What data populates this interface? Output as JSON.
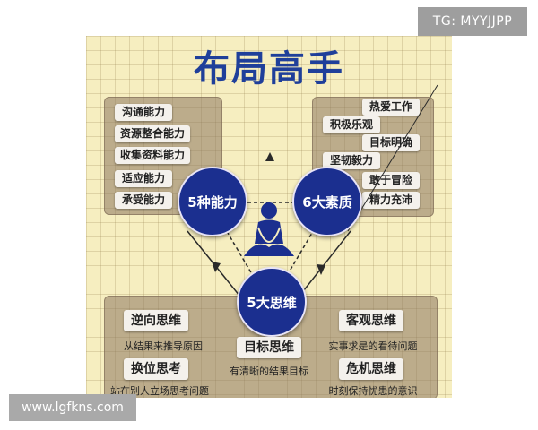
{
  "title": "布局高手",
  "left_panel": [
    "沟通能力",
    "资源整合能力",
    "收集资料能力",
    "适应能力",
    "承受能力"
  ],
  "right_panel": [
    "热爱工作",
    "积极乐观",
    "目标明确",
    "坚韧毅力",
    "敢于冒险",
    "精力充沛"
  ],
  "circles": {
    "abilities": "5种能力",
    "qualities": "6大素质",
    "thinking": "5大思维"
  },
  "bottom_panel": [
    {
      "label": "逆向思维",
      "desc": "从结果来推导原因"
    },
    {
      "label": "客观思维",
      "desc": "实事求是的看待问题"
    },
    {
      "label": "目标思维",
      "desc": "有清晰的结果目标"
    },
    {
      "label": "换位思考",
      "desc": "站在别人立场思考问题"
    },
    {
      "label": "危机思维",
      "desc": "时刻保持忧患的意识"
    }
  ],
  "watermark_corner": "TG: MYYJJPP",
  "watermark_site": "www.lgfkns.com",
  "colors": {
    "title": "#1f3f9a",
    "circle": "#1b2f8f",
    "background": "#f6eec0",
    "panel": "#8c765f"
  },
  "icons": {
    "center": "meditation-figure-icon"
  }
}
